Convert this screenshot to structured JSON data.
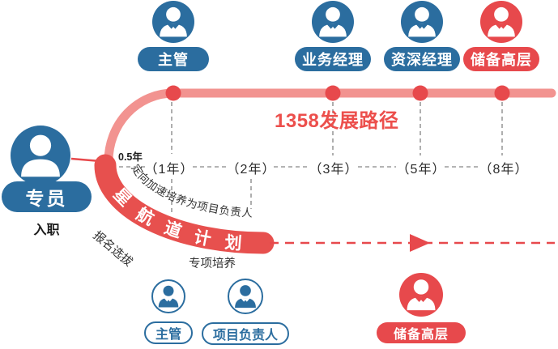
{
  "colors": {
    "blue": "#2b6d9f",
    "red": "#e7494c",
    "band_red": "#e7504e",
    "light_red": "#f29390",
    "title_red": "#ec4f4c",
    "text_dark": "#333333",
    "gray_dash": "#9b9b9b"
  },
  "title": "1358发展路径",
  "entry": {
    "role": "专员",
    "status": "入职"
  },
  "path_start": "0.5年",
  "top_roles": [
    {
      "label": "主管"
    },
    {
      "label": "业务经理"
    },
    {
      "label": "资深经理"
    },
    {
      "label": "储备高层"
    }
  ],
  "timeline": [
    "（1年）",
    "（2年）",
    "（3年）",
    "（5年）",
    "（8年）"
  ],
  "plan": {
    "name": "星航道计划",
    "fast_track_note": "定向加速培养为项目负责人",
    "entry_note": "报名选拔",
    "training_note": "专项培养",
    "outcome_roles": [
      {
        "label": "主管"
      },
      {
        "label": "项目负责人"
      }
    ],
    "final_role": "储备高层"
  },
  "icons": {
    "avatar": "person-bust-icon",
    "arrow": "triangle-arrow-icon"
  }
}
